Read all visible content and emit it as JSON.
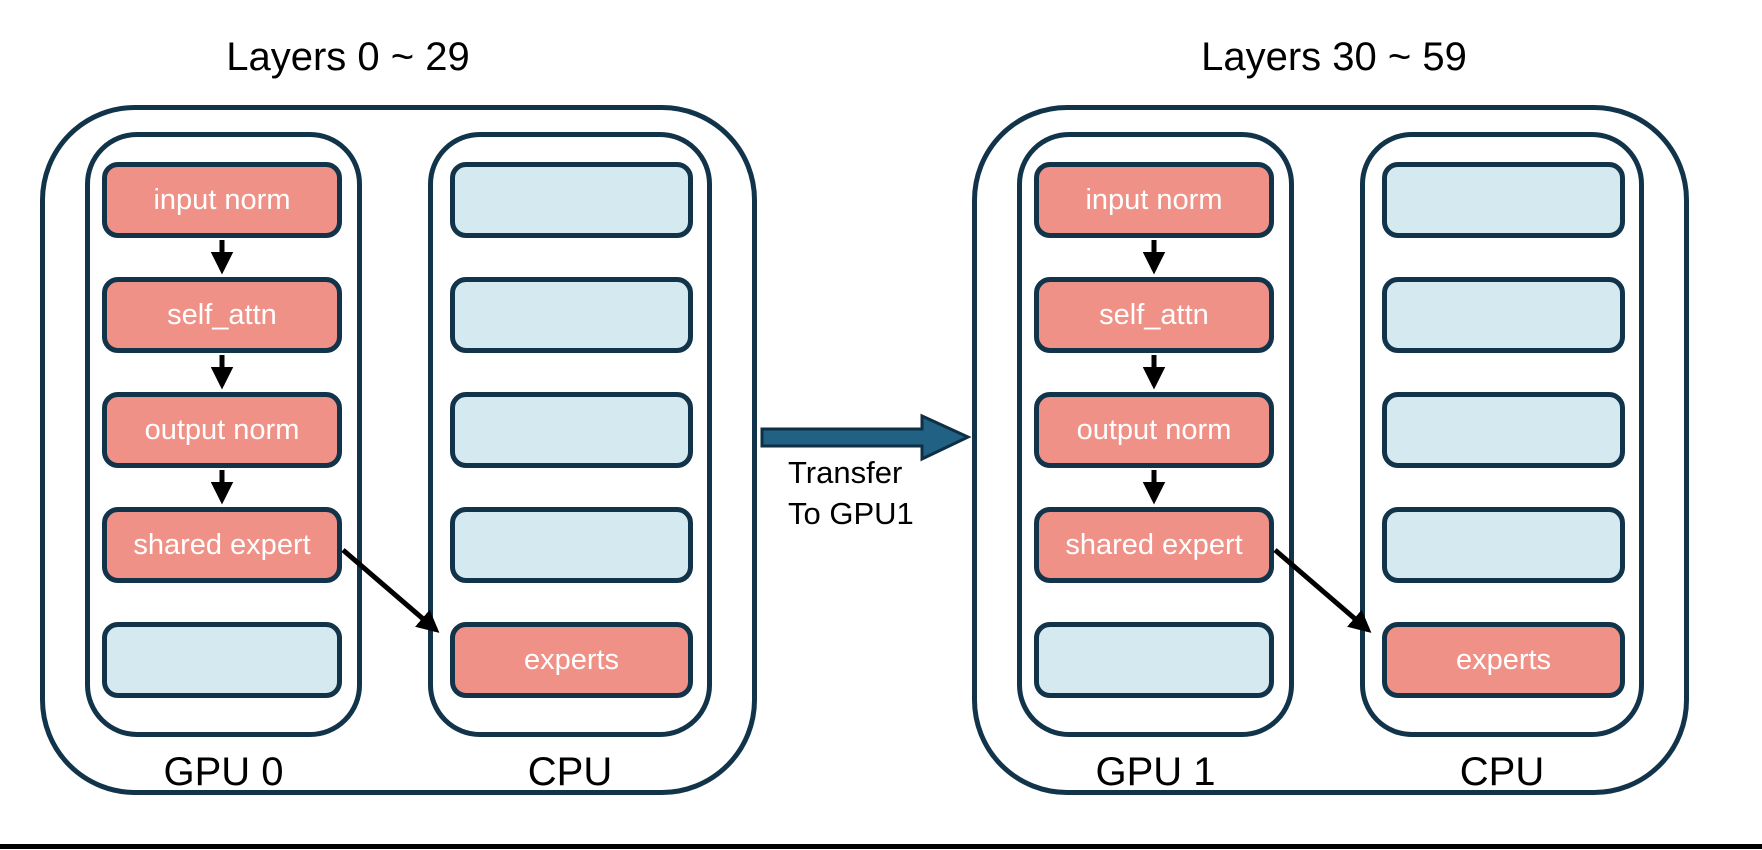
{
  "groups": [
    {
      "title": "Layers 0 ~ 29",
      "gpu": {
        "label": "GPU 0",
        "blocks": [
          {
            "label": "input norm",
            "type": "module"
          },
          {
            "label": "self_attn",
            "type": "module"
          },
          {
            "label": "output norm",
            "type": "module"
          },
          {
            "label": "shared expert",
            "type": "module"
          },
          {
            "label": "",
            "type": "empty"
          }
        ]
      },
      "cpu": {
        "label": "CPU",
        "blocks": [
          {
            "label": "",
            "type": "empty"
          },
          {
            "label": "",
            "type": "empty"
          },
          {
            "label": "",
            "type": "empty"
          },
          {
            "label": "",
            "type": "empty"
          },
          {
            "label": "experts",
            "type": "module"
          }
        ]
      }
    },
    {
      "title": "Layers 30 ~ 59",
      "gpu": {
        "label": "GPU 1",
        "blocks": [
          {
            "label": "input norm",
            "type": "module"
          },
          {
            "label": "self_attn",
            "type": "module"
          },
          {
            "label": "output norm",
            "type": "module"
          },
          {
            "label": "shared expert",
            "type": "module"
          },
          {
            "label": "",
            "type": "empty"
          }
        ]
      },
      "cpu": {
        "label": "CPU",
        "blocks": [
          {
            "label": "",
            "type": "empty"
          },
          {
            "label": "",
            "type": "empty"
          },
          {
            "label": "",
            "type": "empty"
          },
          {
            "label": "",
            "type": "empty"
          },
          {
            "label": "experts",
            "type": "module"
          }
        ]
      }
    }
  ],
  "transfer": {
    "line1": "Transfer",
    "line2": "To GPU1"
  },
  "colors": {
    "module_fill": "#EF9186",
    "empty_fill": "#D4E9F0",
    "outline": "#12344A",
    "transfer_fill": "#206184",
    "transfer_outline": "#0E2F44",
    "text_on_module": "#FFFFFF",
    "label_text": "#000000",
    "rule": "#000000"
  }
}
